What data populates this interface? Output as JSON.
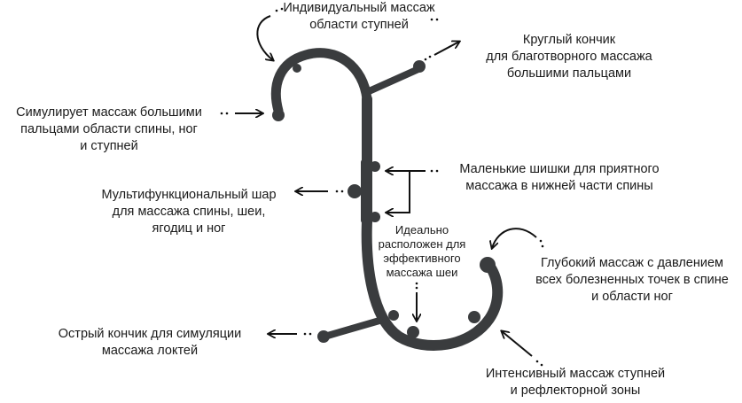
{
  "labels": {
    "individual_foot": "Индивидуальный массаж\nобласти ступней",
    "round_tip": "Круглый кончик\nдля благотворного массажа\nбольшими пальцами",
    "simulates_thumbs": "Симулирует массаж большими\nпальцами области спины, ног\nи ступней",
    "small_knobs": "Маленькие шишки для приятного\nмассажа в нижней части спины",
    "multi_ball": "Мультифункциональный шар\nдля массажа спины, шеи,\nягодиц и ног",
    "ideal_neck": "Идеально\nрасположен для\nэффективного\nмассажа шеи",
    "deep_massage": "Глубокий массаж с давлением\nвсех болезненных точек в спине\nи области ног",
    "sharp_tip": "Острый кончик для симуляции\nмассажа локтей",
    "intensive_foot": "Интенсивный массаж ступней\nи рефлекторной зоны"
  },
  "colors": {
    "tool": "#3a3c3e",
    "tool_highlight": "#5a5d60",
    "arrow": "#111111",
    "text": "#1a1a1a"
  }
}
